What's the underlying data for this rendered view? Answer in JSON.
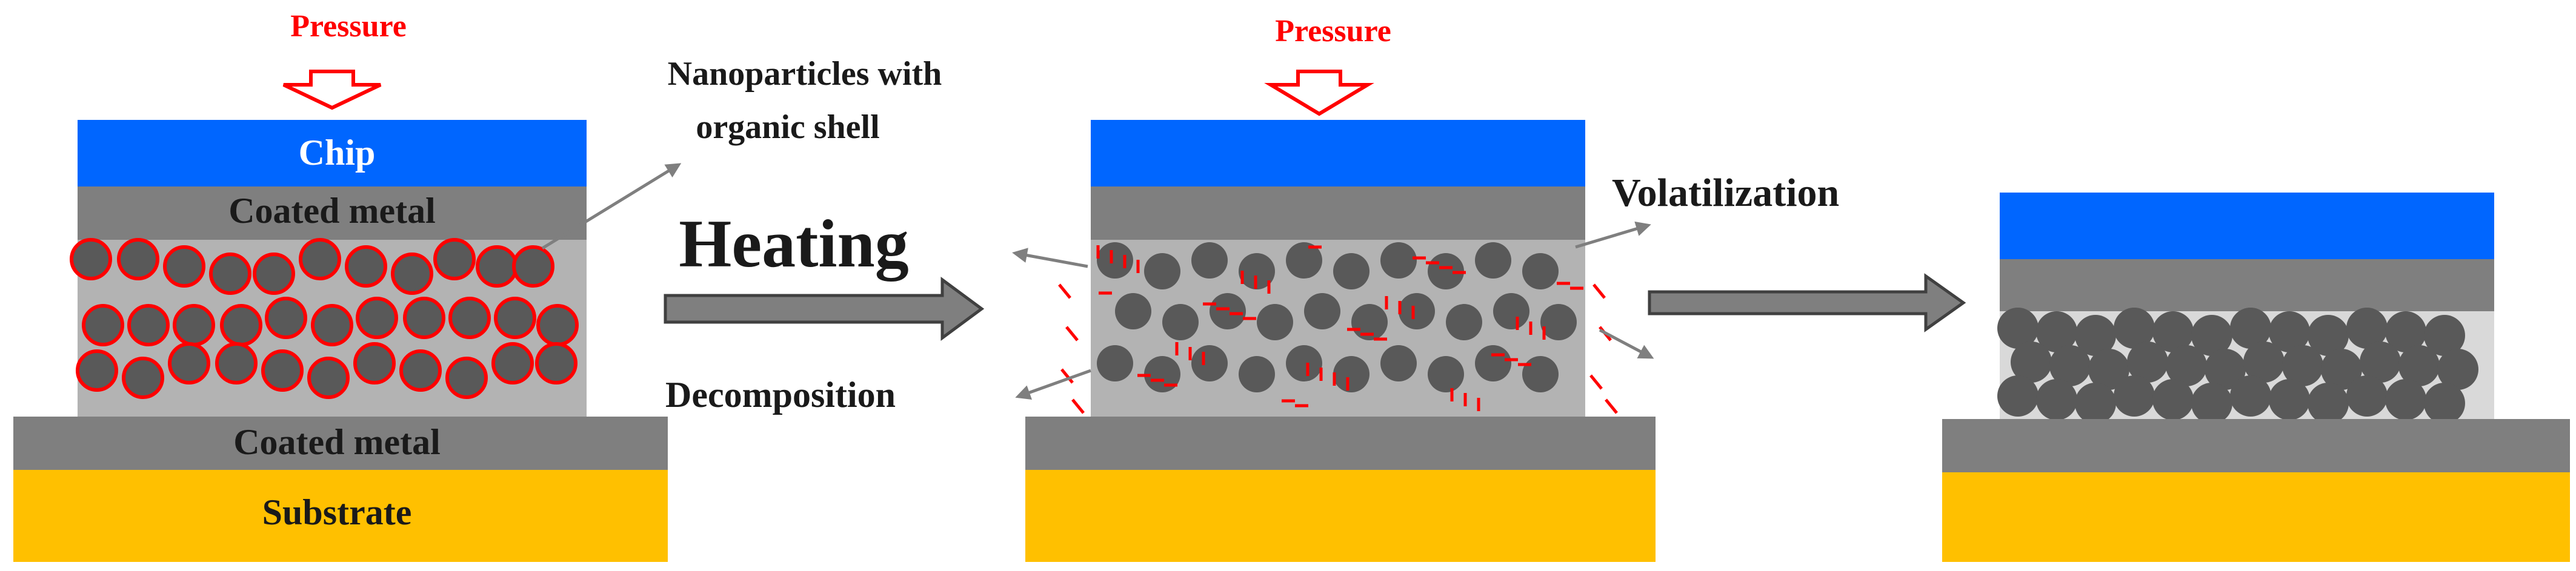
{
  "labels": {
    "pressure_1": "Pressure",
    "pressure_2": "Pressure",
    "chip": "Chip",
    "coated_metal_top": "Coated metal",
    "coated_metal_bottom": "Coated metal",
    "substrate": "Substrate",
    "nanoparticles_line1": "Nanoparticles with",
    "nanoparticles_line2": "organic shell",
    "heating": "Heating",
    "decomposition": "Decomposition",
    "volatilization": "Volatilization"
  },
  "colors": {
    "chip": "#0066ff",
    "coated_metal": "#7f7f7f",
    "substrate": "#ffc000",
    "paste": "#b3b3b3",
    "particle": "#595959",
    "shell": "#ff0000",
    "arrow_gray": "#7f7f7f",
    "pressure_text": "#ff0000",
    "dark_text": "#1a1a1a"
  }
}
